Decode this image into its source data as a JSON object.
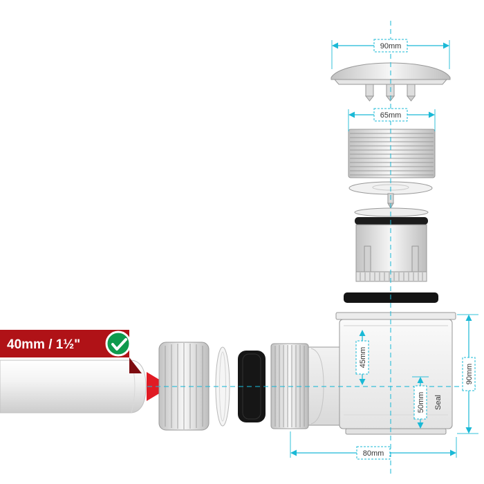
{
  "banner": {
    "label": "40mm / 1½\""
  },
  "dimensions": {
    "cap_width": "90mm",
    "thread_width": "65mm",
    "inner_height": "45mm",
    "seal_depth": "50mm",
    "seal_text": "Seal",
    "body_height": "90mm",
    "body_width": "80mm"
  },
  "colors": {
    "dimension_line": "#1ab9d6",
    "banner_red": "#b01217",
    "banner_fold_red": "#7d0c10",
    "arrow_red": "#e01b24",
    "check_green": "#0f9a4d"
  }
}
